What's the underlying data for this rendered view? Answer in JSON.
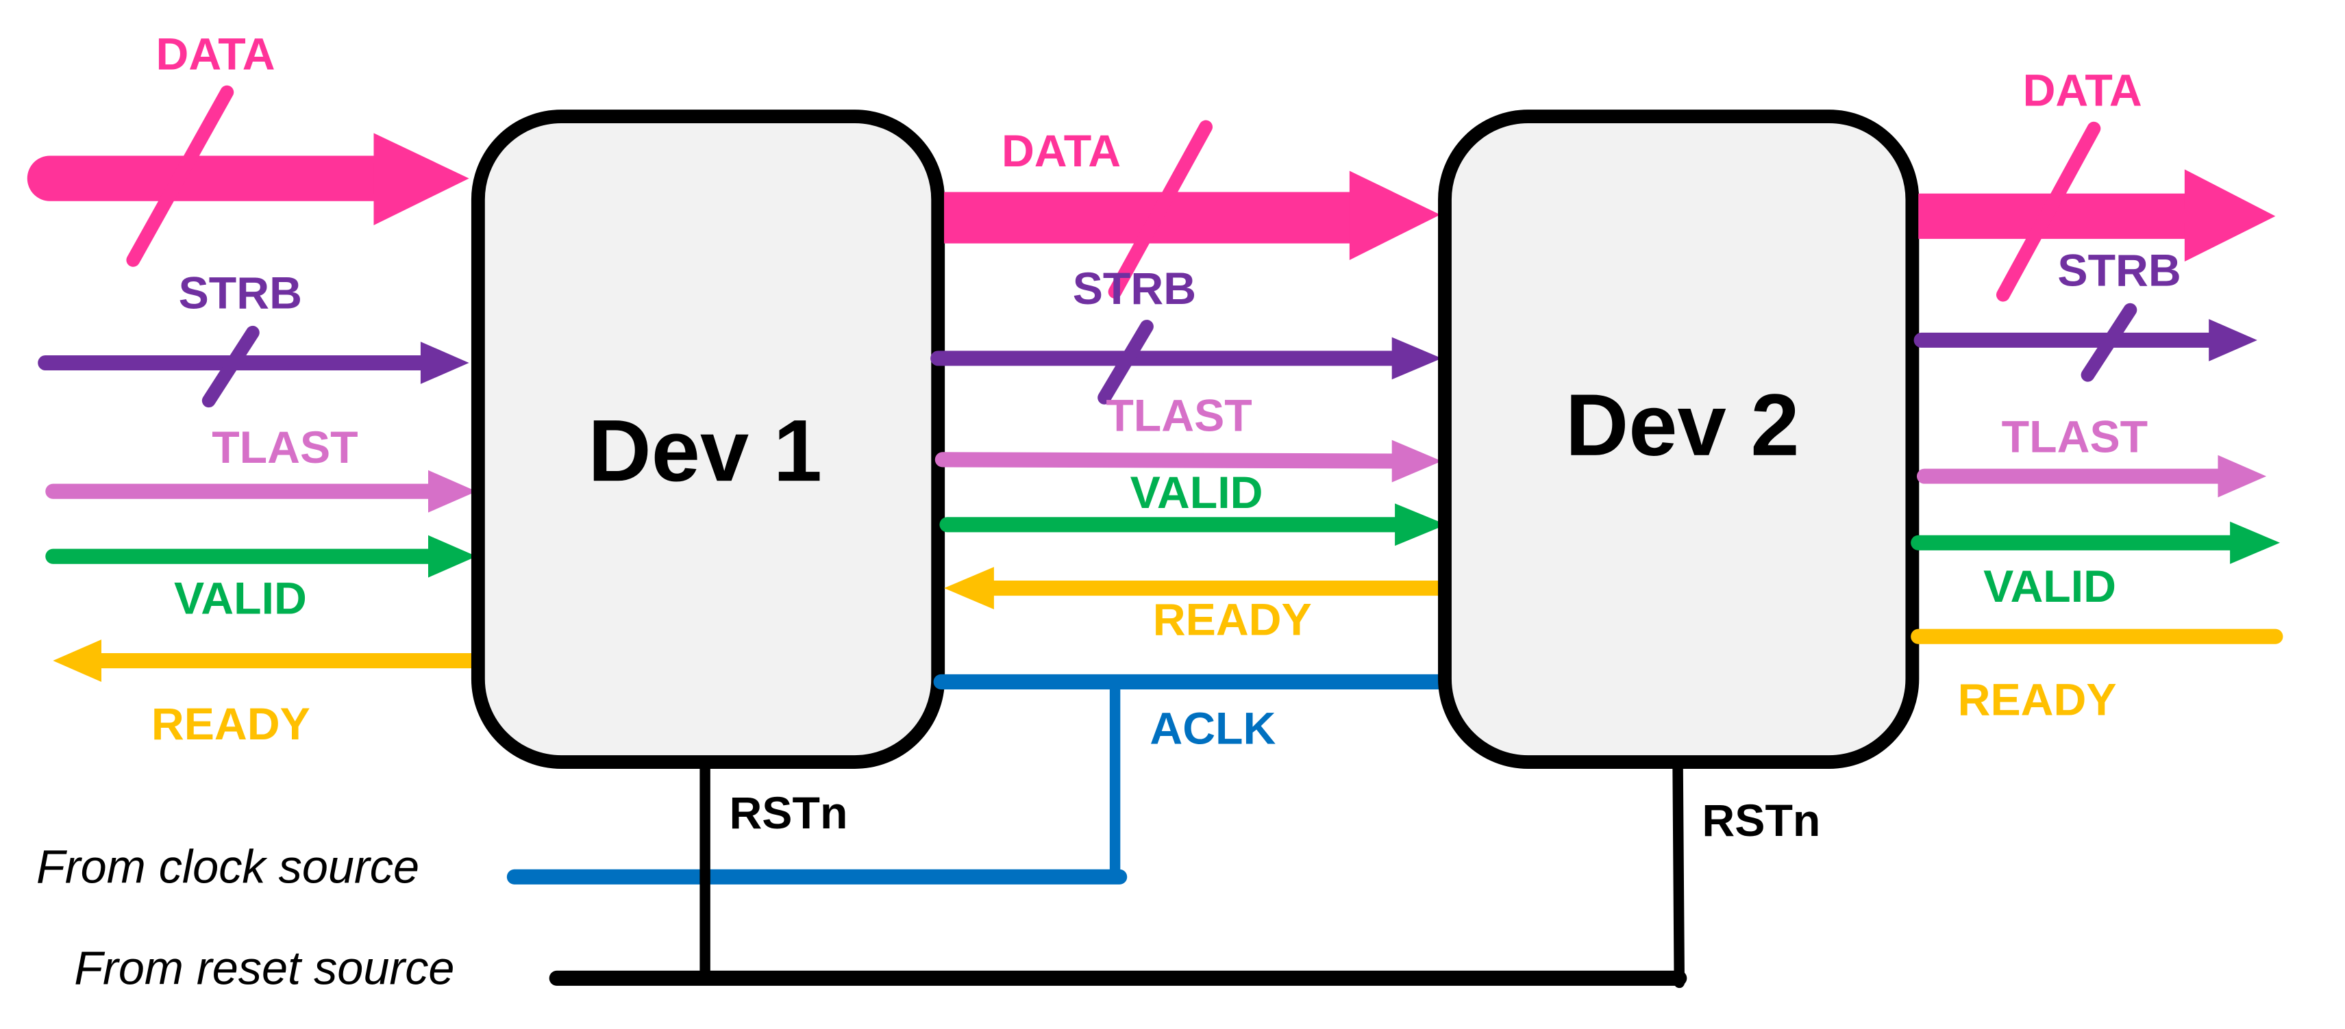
{
  "colors": {
    "data": "#FF3399",
    "strb": "#7030A0",
    "tlast": "#D670C8",
    "valid": "#00B050",
    "ready": "#FFC000",
    "aclk": "#0070C0",
    "reset": "#000000",
    "device_fill": "#F2F2F2",
    "device_stroke": "#000000"
  },
  "devices": [
    {
      "id": "dev1",
      "label": "Dev 1"
    },
    {
      "id": "dev2",
      "label": "Dev 2"
    }
  ],
  "signals": {
    "input_side": {
      "data": "DATA",
      "strb": "STRB",
      "tlast": "TLAST",
      "valid": "VALID",
      "ready": "READY"
    },
    "between": {
      "data": "DATA",
      "strb": "STRB",
      "tlast": "TLAST",
      "valid": "VALID",
      "ready": "READY",
      "aclk": "ACLK"
    },
    "output_side": {
      "data": "DATA",
      "strb": "STRB",
      "tlast": "TLAST",
      "valid": "VALID",
      "ready": "READY"
    }
  },
  "reset_labels": {
    "dev1": "RSTn",
    "dev2": "RSTn"
  },
  "sources": {
    "clock": "From clock source",
    "reset": "From reset source"
  }
}
